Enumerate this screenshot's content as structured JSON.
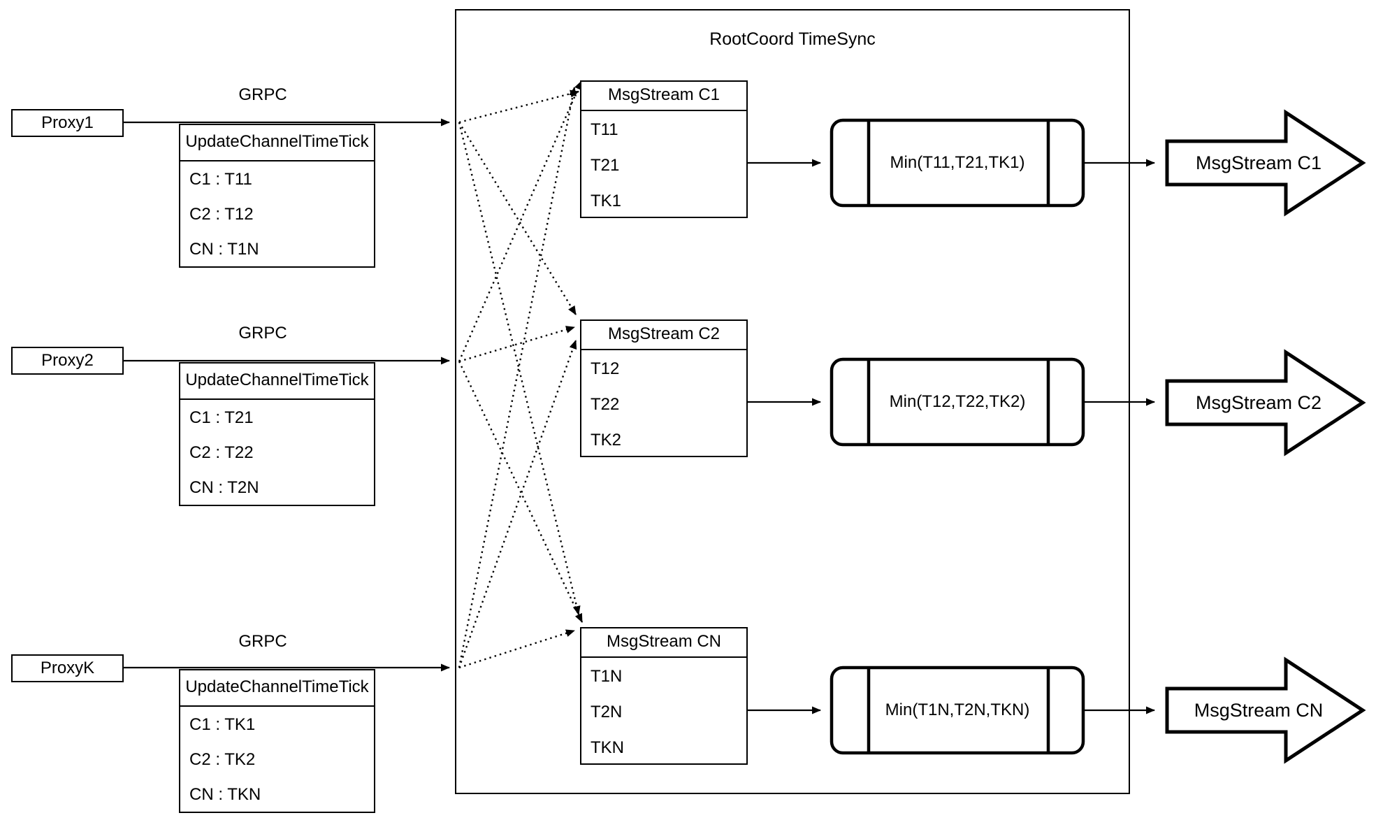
{
  "title": "RootCoord TimeSync",
  "colors": {
    "stroke": "#000000",
    "background": "#ffffff"
  },
  "rows": [
    {
      "proxy": "Proxy1",
      "grpc_label": "GRPC",
      "update_table": {
        "header": "UpdateChannelTimeTick",
        "entries": [
          "C1 :  T11",
          "C2 :  T12",
          "CN : T1N"
        ]
      },
      "msgstream_table": {
        "header": "MsgStream C1",
        "entries": [
          "T11",
          "T21",
          "TK1"
        ]
      },
      "min_label": "Min(T11,T21,TK1)",
      "output_label": "MsgStream C1"
    },
    {
      "proxy": "Proxy2",
      "grpc_label": "GRPC",
      "update_table": {
        "header": "UpdateChannelTimeTick",
        "entries": [
          "C1 :  T21",
          "C2 :  T22",
          "CN : T2N"
        ]
      },
      "msgstream_table": {
        "header": "MsgStream C2",
        "entries": [
          "T12",
          "T22",
          "TK2"
        ]
      },
      "min_label": "Min(T12,T22,TK2)",
      "output_label": "MsgStream C2"
    },
    {
      "proxy": "ProxyK",
      "grpc_label": "GRPC",
      "update_table": {
        "header": "UpdateChannelTimeTick",
        "entries": [
          "C1 :  TK1",
          "C2 :  TK2",
          "CN : TKN"
        ]
      },
      "msgstream_table": {
        "header": "MsgStream CN",
        "entries": [
          "T1N",
          "T2N",
          "TKN"
        ]
      },
      "min_label": "Min(T1N,T2N,TKN)",
      "output_label": "MsgStream CN"
    }
  ]
}
